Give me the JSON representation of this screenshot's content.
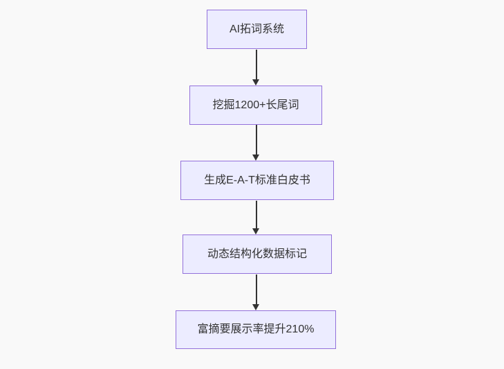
{
  "diagram": {
    "type": "flowchart",
    "direction": "top-down",
    "nodes": [
      {
        "id": "node-1",
        "label": "AI拓词系统"
      },
      {
        "id": "node-2",
        "label": "挖掘1200+长尾词"
      },
      {
        "id": "node-3",
        "label": "生成E-A-T标准白皮书"
      },
      {
        "id": "node-4",
        "label": "动态结构化数据标记"
      },
      {
        "id": "node-5",
        "label": "富摘要展示率提升210%"
      }
    ],
    "edges": [
      {
        "from": "node-1",
        "to": "node-2",
        "style": "arrow"
      },
      {
        "from": "node-2",
        "to": "node-3",
        "style": "arrow"
      },
      {
        "from": "node-3",
        "to": "node-4",
        "style": "arrow"
      },
      {
        "from": "node-4",
        "to": "node-5",
        "style": "arrow"
      }
    ],
    "colors": {
      "background": "#f9f9f9",
      "node_fill": "#ECECFF",
      "node_border": "#9370DB",
      "arrow": "#333333",
      "text": "#333333"
    }
  }
}
